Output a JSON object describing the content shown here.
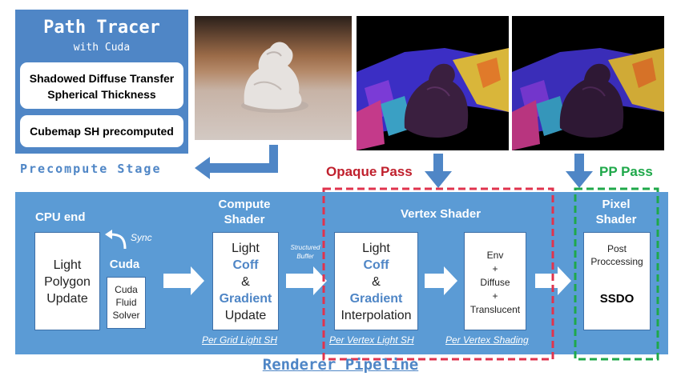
{
  "path_tracer": {
    "title": "Path Tracer",
    "subtitle": "with Cuda",
    "box1_line1": "Shadowed Diffuse Transfer",
    "box1_line2": "Spherical Thickness",
    "box2": "Cubemap SH precomputed"
  },
  "precompute_label": "Precompute Stage",
  "opaque_pass_label": "Opaque Pass",
  "pp_pass_label": "PP Pass",
  "pipeline_label": "Renderer Pipeline",
  "cpu": {
    "heading": "CPU end",
    "box": [
      "Light",
      "Polygon",
      "Update"
    ],
    "sync_label": "Sync",
    "cuda_heading": "Cuda",
    "cuda_box": [
      "Cuda",
      "Fluid",
      "Solver"
    ]
  },
  "compute": {
    "heading_line1": "Compute",
    "heading_line2": "Shader",
    "box": {
      "line1": "Light",
      "line2": "Coff",
      "line3": "&",
      "line4": "Gradient",
      "line5": "Update"
    },
    "caption": "Per Grid Light SH"
  },
  "structured_buffer": {
    "line1": "Structured",
    "line2": "Buffer"
  },
  "vertex": {
    "heading": "Vertex Shader",
    "box_a": {
      "line1": "Light",
      "line2": "Coff",
      "line3": "&",
      "line4": "Gradient",
      "line5": "Interpolation"
    },
    "box_b": {
      "line1": "Env",
      "line2": "+",
      "line3": "Diffuse",
      "line4": "+",
      "line5": "Translucent"
    },
    "caption_a": "Per Vertex Light SH",
    "caption_b": "Per Vertex Shading"
  },
  "pixel": {
    "heading_line1": "Pixel",
    "heading_line2": "Shader",
    "box_line1": "Post",
    "box_line2": "Proccessing",
    "box_line3": "SSDO"
  },
  "colors": {
    "panel_blue": "#4f86c6",
    "pipeline_blue": "#5b9bd5",
    "opaque_red": "#e0334d",
    "pp_green": "#1fa84a",
    "accent_blue_text": "#4f86c6"
  }
}
